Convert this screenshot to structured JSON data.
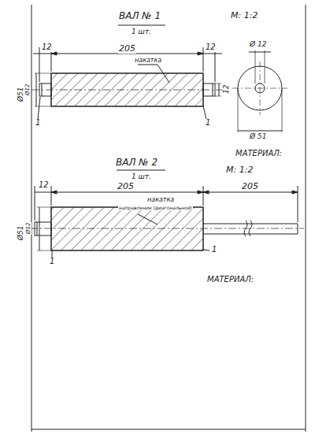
{
  "diagram": {
    "labels": [
      "ВАЛ № 1",
      "1 шт.",
      "М: 1:2",
      "12",
      "205",
      "12",
      "накатка",
      "Ø51",
      "Ø12",
      "12",
      "1",
      "1",
      "Ø 12",
      "Ø 51",
      "МАТЕРИАЛ:",
      "ВАЛ № 2",
      "1 шт.",
      "М: 1:2",
      "12",
      "205",
      "205",
      "накатка",
      "направление (диагональной)",
      "Ø51",
      "Ø12",
      "1",
      "1",
      "МАТЕРИАЛ:"
    ]
  }
}
